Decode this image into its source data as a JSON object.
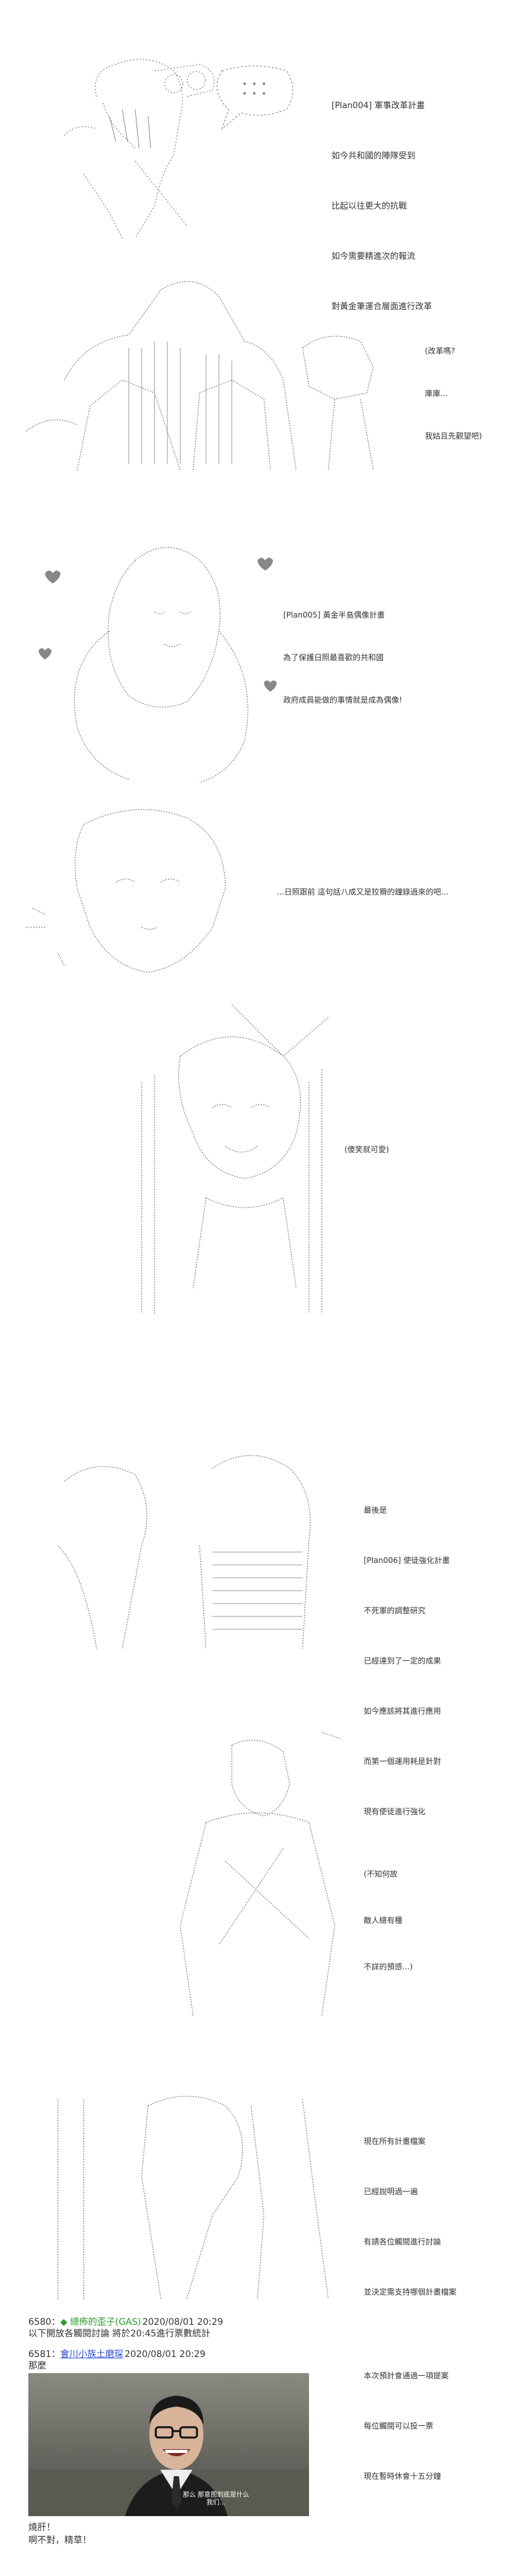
{
  "panels": [
    {
      "caption": [
        "[Plan004] 軍事改革計畫",
        "如今共和國的陣隊受到",
        "比起以往更大的抗戰",
        "如今需要精進次的報流",
        "對黃金筆運合層面進行改革"
      ]
    },
    {
      "caption": [
        "(改革嗎?",
        "庫庫...",
        "我姑且先觀望吧)"
      ]
    },
    {
      "caption": [
        "[Plan005] 黃金半島偶像計畫",
        "為了保護日照最喜歡的共和國",
        "政府成員能做的事情就是成為偶像!"
      ]
    },
    {
      "caption": [
        "...日照跟前 這句話八成又是狡猾的鐘錄過來的吧..."
      ]
    },
    {
      "caption": [
        "(傻笑就可愛)"
      ]
    },
    {
      "caption": [
        "最後是",
        "[Plan006] 使徒強化計畫",
        "不死軍的調整研究",
        "已經達到了一定的成果",
        "如今應該將其進行應用",
        "而第一個運用耗是針對",
        "現有使徒進行強化"
      ]
    },
    {
      "caption": [
        "(不知何故",
        "敵人總有種",
        "不詳的預感...)"
      ]
    },
    {
      "caption": [
        "現在所有計畫檔案",
        "已經說明過一遍",
        "有請各位觸閱進行討論",
        "並決定需支持哪個計畫檔案",
        "",
        "本次預計會通過一項提案",
        "每位觸閱可以投一票",
        "現在暫時休會十五分鐘"
      ]
    }
  ],
  "posts": [
    {
      "number": "6580：",
      "author": "◆ 總佈的歪子(GAS)",
      "time": "2020/08/01 20:29",
      "body": [
        "以下開放各觸閱討論 將於20:45進行票數統計"
      ]
    },
    {
      "number": "6581：",
      "author": "會川小族土磨琛",
      "time": "2020/08/01 20:29",
      "body_top": [
        "那麼"
      ],
      "photo_subtitle": [
        "那么 那意图到底是什么",
        "我们…"
      ],
      "body": [
        "燒肝！",
        "啊不對，精草！"
      ]
    }
  ]
}
